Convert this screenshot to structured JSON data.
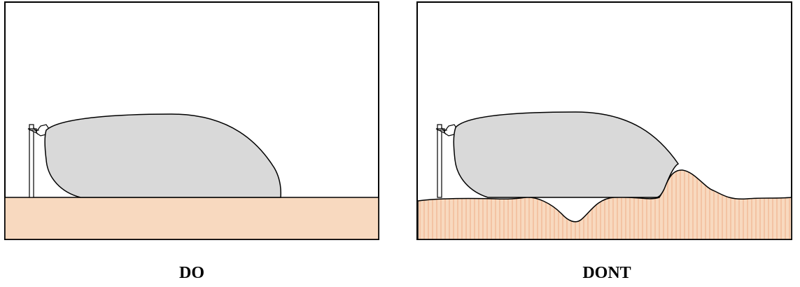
{
  "panels": [
    {
      "label": "DO",
      "ground": "flat"
    },
    {
      "label": "DONT",
      "ground": "uneven"
    }
  ],
  "colors": {
    "ground_fill": "#f8d9bf",
    "ground_stripe": "#f3c3a3",
    "bag_fill": "#d9d9d9",
    "outline": "#000000"
  }
}
